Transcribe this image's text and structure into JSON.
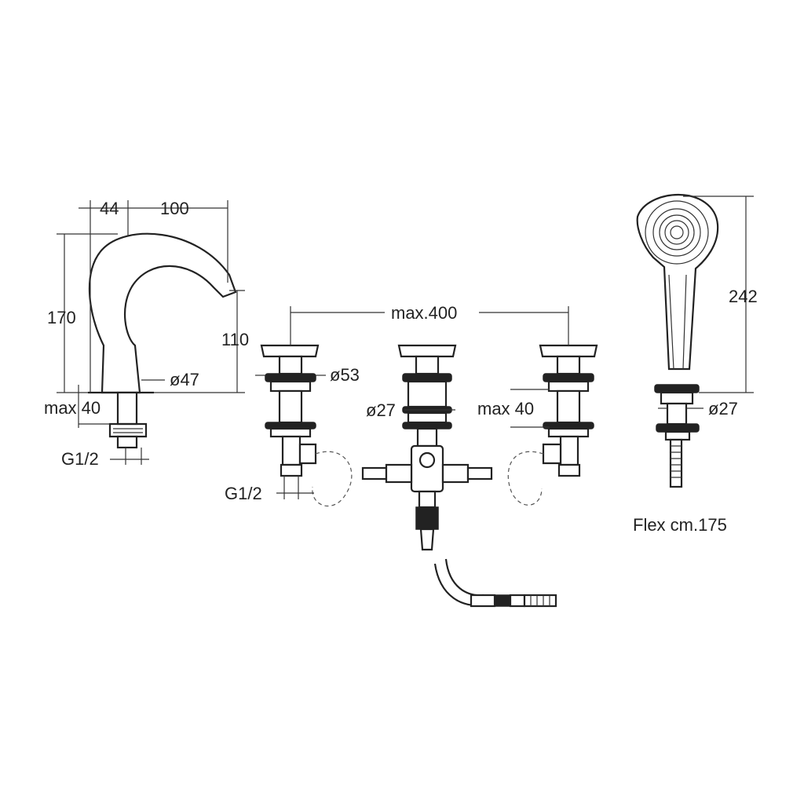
{
  "dimensions": {
    "spout_reach_a": "44",
    "spout_reach_b": "100",
    "spout_height": "170",
    "spout_outlet_height": "110",
    "spout_diameter": "ø47",
    "spout_deck_thickness": "max 40",
    "spout_thread": "G1/2",
    "valve_spacing": "max.400",
    "handle_diameter": "ø53",
    "diverter_diameter": "ø27",
    "valve_thread": "G1/2",
    "valve_deck_thickness": "max 40",
    "handshower_length": "242",
    "handshower_diameter": "ø27",
    "hose_length": "Flex cm.175"
  }
}
